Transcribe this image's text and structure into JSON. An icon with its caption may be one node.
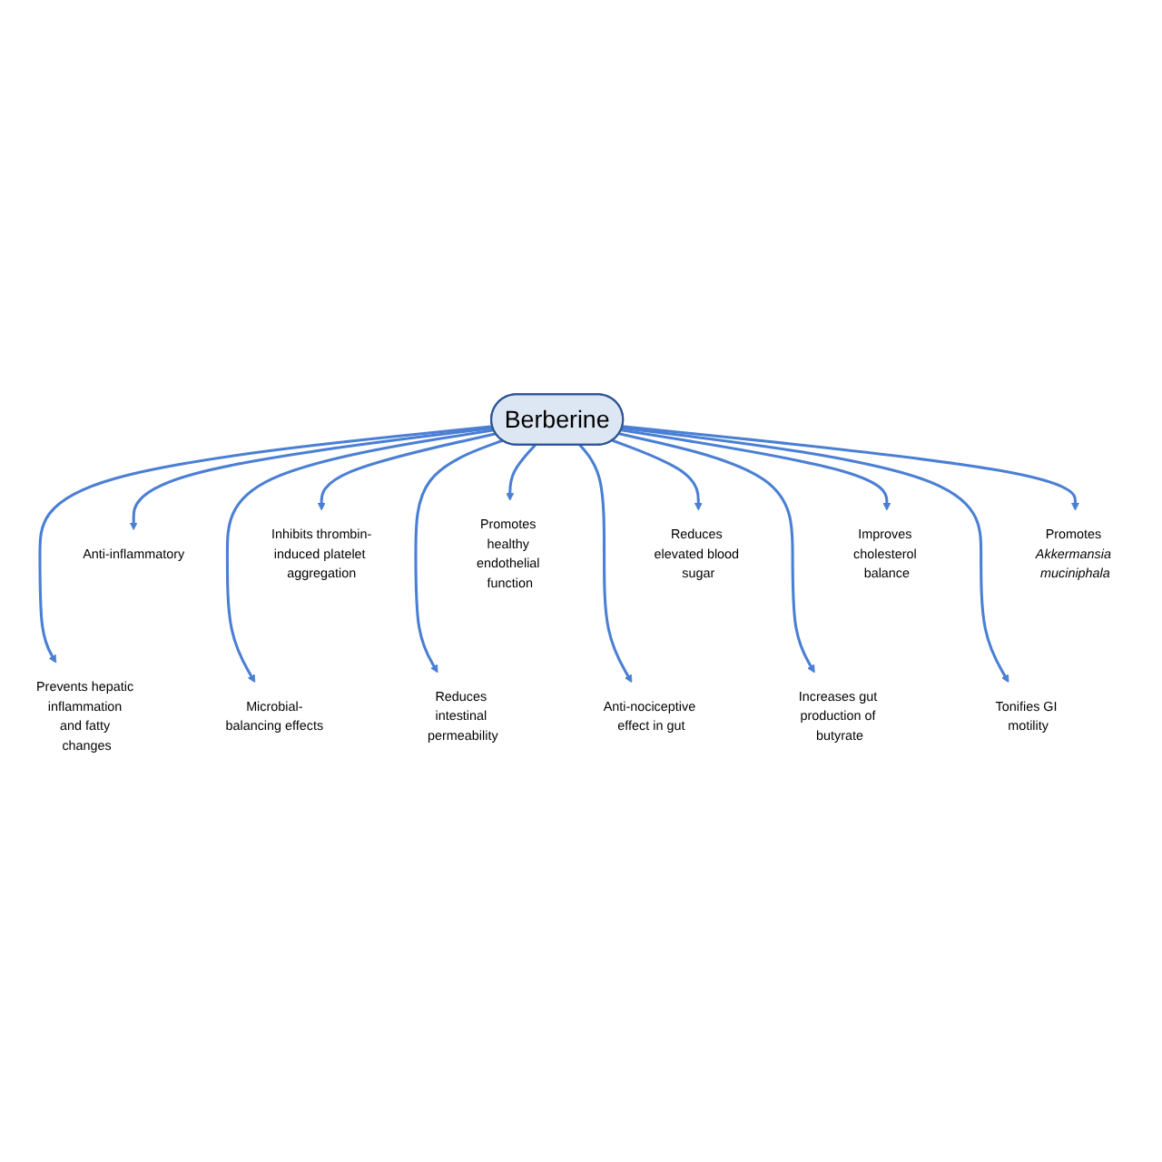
{
  "diagram": {
    "nodes": [
      {
        "text": [
          "Berberine"
        ]
      },
      {
        "text": [
          "Anti-inflammatory"
        ]
      },
      {
        "text": [
          "Inhibits thrombin-induced platelet aggregation"
        ]
      },
      {
        "text": [
          "Promotes healthy endothelial function"
        ]
      },
      {
        "text": [
          "Reduces elevated blood sugar"
        ]
      },
      {
        "text": [
          "Improves cholesterol balance"
        ]
      },
      {
        "text": [
          "Promotes *Akkermansia muciniphala*"
        ]
      },
      {
        "text": [
          "Prevents hepatic inflammation and fatty changes"
        ]
      },
      {
        "text": [
          "Microbial-balancing effects"
        ]
      },
      {
        "text": [
          "Reduces intestinal permeability"
        ]
      },
      {
        "text": [
          "Anti-nociceptive effect in gut"
        ]
      },
      {
        "text": [
          "Increases gut production of butyrate"
        ]
      },
      {
        "text": [
          "Tonifies GI motility"
        ]
      }
    ],
    "edges": [
      {
        "from": 0,
        "to": 1,
        "arrow": "to"
      },
      {
        "from": 0,
        "to": 2,
        "arrow": "to"
      },
      {
        "from": 0,
        "to": 3,
        "arrow": "to"
      },
      {
        "from": 0,
        "to": 4,
        "arrow": "to"
      },
      {
        "from": 0,
        "to": 5,
        "arrow": "to"
      },
      {
        "from": 0,
        "to": 6,
        "arrow": "to"
      },
      {
        "from": 0,
        "to": 7,
        "arrow": "to"
      },
      {
        "from": 0,
        "to": 8,
        "arrow": "to"
      },
      {
        "from": 0,
        "to": 9,
        "arrow": "to"
      },
      {
        "from": 0,
        "to": 10,
        "arrow": "to"
      },
      {
        "from": 0,
        "to": 11,
        "arrow": "to"
      },
      {
        "from": 0,
        "to": 12,
        "arrow": "to"
      }
    ]
  }
}
